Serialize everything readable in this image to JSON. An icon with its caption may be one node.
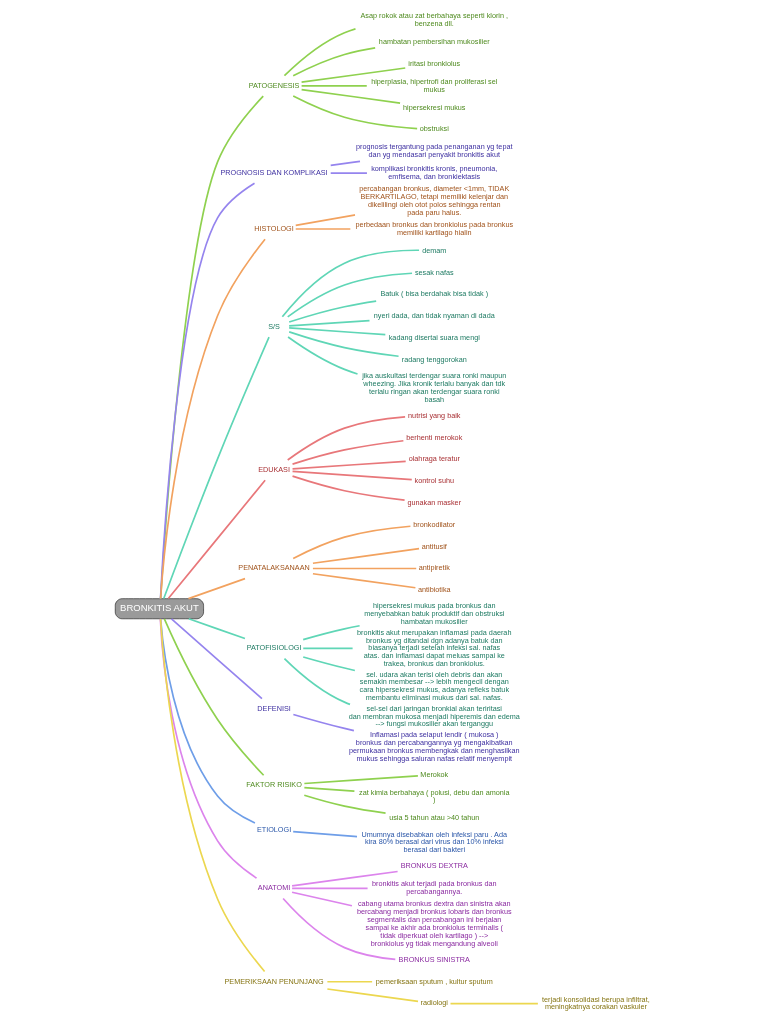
{
  "diagram": {
    "nodes": [
      {
        "text": [
          "BRONKITIS AKUT"
        ]
      },
      {
        "text": [
          "PATOGENESIS"
        ]
      },
      {
        "text": [
          "Asap rokok atau zat berbahaya seperti klorin , benzena dll."
        ]
      },
      {
        "text": [
          "hambatan pembersihan mukosilier"
        ]
      },
      {
        "text": [
          "iritasi bronkiolus"
        ]
      },
      {
        "text": [
          "hiperplasia, hipertrofi dan proliferasi sel mukus"
        ]
      },
      {
        "text": [
          "hipersekresi mukus"
        ]
      },
      {
        "text": [
          "obstruksi"
        ]
      },
      {
        "text": [
          "PROGNOSIS DAN KOMPLIKASI"
        ]
      },
      {
        "text": [
          "prognosis tergantung pada penanganan yg tepat dan yg mendasari penyakit bronkitis akut"
        ]
      },
      {
        "text": [
          "komplikasi bronkitis kronis, pneumonia, emfisema, dan bronkiektasis"
        ]
      },
      {
        "text": [
          "HISTOLOGI"
        ]
      },
      {
        "text": [
          "percabangan bronkus, diameter <1mm, TIDAK BERKARTILAGO, tetapi memiliki kelenjar dan dikelilingi oleh otot polos sehingga rentan pada paru halus."
        ]
      },
      {
        "text": [
          "perbedaan bronkus dan bronkiolus pada bronkus memiliki kartilago hialin"
        ]
      },
      {
        "text": [
          "S/S"
        ]
      },
      {
        "text": [
          "demam"
        ]
      },
      {
        "text": [
          "sesak nafas"
        ]
      },
      {
        "text": [
          "Batuk ( bisa berdahak bisa tidak )"
        ]
      },
      {
        "text": [
          "nyeri dada, dan tidak nyaman di dada"
        ]
      },
      {
        "text": [
          "kadang disertai suara mengi"
        ]
      },
      {
        "text": [
          "radang tenggorokan"
        ]
      },
      {
        "text": [
          "jika auskultasi terdengar suara ronki maupun wheezing. Jika kronik terlalu banyak dan tdk terlalu ringan akan terdengar suara ronki basah"
        ]
      },
      {
        "text": [
          "EDUKASI"
        ]
      },
      {
        "text": [
          "nutrisi yang baik"
        ]
      },
      {
        "text": [
          "berhenti merokok"
        ]
      },
      {
        "text": [
          "olahraga teratur"
        ]
      },
      {
        "text": [
          "kontrol suhu"
        ]
      },
      {
        "text": [
          "gunakan masker"
        ]
      },
      {
        "text": [
          "PENATALAKSANAAN"
        ]
      },
      {
        "text": [
          "bronkodilator"
        ]
      },
      {
        "text": [
          "antitusif"
        ]
      },
      {
        "text": [
          "antipiretik"
        ]
      },
      {
        "text": [
          "antibiotika"
        ]
      },
      {
        "text": [
          "PATOFISIOLOGI"
        ]
      },
      {
        "text": [
          "hipersekresi mukus pada bronkus dan menyebabkan batuk produktif dan obstruksi hambatan mukosilier"
        ]
      },
      {
        "text": [
          "bronkitis akut merupakan inflamasi pada daerah bronkus yg ditandai dgn adanya batuk dan biasanya terjadi setelah infeksi sal. nafas atas. dan inflamasi dapat meluas sampai ke trakea, bronkus dan bronkiolus."
        ]
      },
      {
        "text": [
          "sel. udara akan terisi oleh debris dan akan semakin membesar --> lebih mengecil dengan cara hipersekresi mukus, adanya refleks batuk membantu eliminasi mukus dari sal. nafas."
        ]
      },
      {
        "text": [
          "sel-sel dari jaringan bronkial akan teriritasi dan membran mukosa menjadi hiperemis dan edema --> fungsi mukosilier akan terganggu"
        ]
      },
      {
        "text": [
          "DEFENISI"
        ]
      },
      {
        "text": [
          "Inflamasi pada selaput lendir ( mukosa ) bronkus dan percabangannya yg mengakibatkan permukaan bronkus membengkak dan menghasilkan mukus sehingga saluran nafas relatif menyempit"
        ]
      },
      {
        "text": [
          "FAKTOR RISIKO"
        ]
      },
      {
        "text": [
          "Merokok"
        ]
      },
      {
        "text": [
          "zat kimia berbahaya ( polusi, debu dan amonia )"
        ]
      },
      {
        "text": [
          "usia 5 tahun atau >40 tahun"
        ]
      },
      {
        "text": [
          "ETIOLOGI"
        ]
      },
      {
        "text": [
          "Umumnya disebabkan oleh infeksi paru . Ada kira 80% berasal dari virus dan 10% infeksi berasal dari bakteri"
        ]
      },
      {
        "text": [
          "ANATOMI"
        ]
      },
      {
        "text": [
          "BRONKUS DEXTRA"
        ]
      },
      {
        "text": [
          "bronkitis akut terjadi pada bronkus dan percabangannya."
        ]
      },
      {
        "text": [
          "cabang utama bronkus dextra dan sinistra akan bercabang menjadi bronkus lobaris dan bronkus segmentalis dan percabangan ini berjalan sampai ke akhir ada bronkiolus terminalis ( tidak diperkuat oleh kartilago ) --> bronkiolus yg tidak mengandung alveoli"
        ]
      },
      {
        "text": [
          "BRONKUS SINISTRA"
        ]
      },
      {
        "text": [
          "PEMERIKSAAN PENUNJANG"
        ]
      },
      {
        "text": [
          "pemeriksaan sputum , kultur sputum"
        ]
      },
      {
        "text": [
          "radiologi"
        ]
      },
      {
        "text": [
          "terjadi konsolidasi berupa infiltrat, meningkatnya corakan vaskuler"
        ]
      }
    ],
    "edges": [
      {
        "from": 0,
        "to": 1,
        "arrow": "none",
        "color": "#8fd14f"
      },
      {
        "from": 1,
        "to": 2,
        "arrow": "none",
        "color": "#8fd14f"
      },
      {
        "from": 1,
        "to": 3,
        "arrow": "none",
        "color": "#8fd14f"
      },
      {
        "from": 1,
        "to": 4,
        "arrow": "none",
        "color": "#8fd14f"
      },
      {
        "from": 1,
        "to": 5,
        "arrow": "none",
        "color": "#8fd14f"
      },
      {
        "from": 1,
        "to": 6,
        "arrow": "none",
        "color": "#8fd14f"
      },
      {
        "from": 1,
        "to": 7,
        "arrow": "none",
        "color": "#8fd14f"
      },
      {
        "from": 0,
        "to": 8,
        "arrow": "none",
        "color": "#9584ee"
      },
      {
        "from": 8,
        "to": 9,
        "arrow": "none",
        "color": "#9584ee"
      },
      {
        "from": 8,
        "to": 10,
        "arrow": "none",
        "color": "#9584ee"
      },
      {
        "from": 0,
        "to": 11,
        "arrow": "none",
        "color": "#f2a25f"
      },
      {
        "from": 11,
        "to": 12,
        "arrow": "none",
        "color": "#f2a25f"
      },
      {
        "from": 11,
        "to": 13,
        "arrow": "none",
        "color": "#f2a25f"
      },
      {
        "from": 0,
        "to": 14,
        "arrow": "none",
        "color": "#5fd6b6"
      },
      {
        "from": 14,
        "to": 15,
        "arrow": "none",
        "color": "#5fd6b6"
      },
      {
        "from": 14,
        "to": 16,
        "arrow": "none",
        "color": "#5fd6b6"
      },
      {
        "from": 14,
        "to": 17,
        "arrow": "none",
        "color": "#5fd6b6"
      },
      {
        "from": 14,
        "to": 18,
        "arrow": "none",
        "color": "#5fd6b6"
      },
      {
        "from": 14,
        "to": 19,
        "arrow": "none",
        "color": "#5fd6b6"
      },
      {
        "from": 14,
        "to": 20,
        "arrow": "none",
        "color": "#5fd6b6"
      },
      {
        "from": 14,
        "to": 21,
        "arrow": "none",
        "color": "#5fd6b6"
      },
      {
        "from": 0,
        "to": 22,
        "arrow": "none",
        "color": "#e8777a"
      },
      {
        "from": 22,
        "to": 23,
        "arrow": "none",
        "color": "#e8777a"
      },
      {
        "from": 22,
        "to": 24,
        "arrow": "none",
        "color": "#e8777a"
      },
      {
        "from": 22,
        "to": 25,
        "arrow": "none",
        "color": "#e8777a"
      },
      {
        "from": 22,
        "to": 26,
        "arrow": "none",
        "color": "#e8777a"
      },
      {
        "from": 22,
        "to": 27,
        "arrow": "none",
        "color": "#e8777a"
      },
      {
        "from": 0,
        "to": 28,
        "arrow": "none",
        "color": "#f2a25f"
      },
      {
        "from": 28,
        "to": 29,
        "arrow": "none",
        "color": "#f2a25f"
      },
      {
        "from": 28,
        "to": 30,
        "arrow": "none",
        "color": "#f2a25f"
      },
      {
        "from": 28,
        "to": 31,
        "arrow": "none",
        "color": "#f2a25f"
      },
      {
        "from": 28,
        "to": 32,
        "arrow": "none",
        "color": "#f2a25f"
      },
      {
        "from": 0,
        "to": 33,
        "arrow": "none",
        "color": "#5fd6b6"
      },
      {
        "from": 33,
        "to": 34,
        "arrow": "none",
        "color": "#5fd6b6"
      },
      {
        "from": 33,
        "to": 35,
        "arrow": "none",
        "color": "#5fd6b6"
      },
      {
        "from": 33,
        "to": 36,
        "arrow": "none",
        "color": "#5fd6b6"
      },
      {
        "from": 33,
        "to": 37,
        "arrow": "none",
        "color": "#5fd6b6"
      },
      {
        "from": 0,
        "to": 38,
        "arrow": "none",
        "color": "#9584ee"
      },
      {
        "from": 38,
        "to": 39,
        "arrow": "none",
        "color": "#9584ee"
      },
      {
        "from": 0,
        "to": 40,
        "arrow": "none",
        "color": "#8fd14f"
      },
      {
        "from": 40,
        "to": 41,
        "arrow": "none",
        "color": "#8fd14f"
      },
      {
        "from": 40,
        "to": 42,
        "arrow": "none",
        "color": "#8fd14f"
      },
      {
        "from": 40,
        "to": 43,
        "arrow": "none",
        "color": "#8fd14f"
      },
      {
        "from": 0,
        "to": 44,
        "arrow": "none",
        "color": "#6e9ee8"
      },
      {
        "from": 44,
        "to": 45,
        "arrow": "none",
        "color": "#6e9ee8"
      },
      {
        "from": 0,
        "to": 46,
        "arrow": "none",
        "color": "#dc84ec"
      },
      {
        "from": 46,
        "to": 47,
        "arrow": "none",
        "color": "#dc84ec"
      },
      {
        "from": 46,
        "to": 48,
        "arrow": "none",
        "color": "#dc84ec"
      },
      {
        "from": 46,
        "to": 49,
        "arrow": "none",
        "color": "#dc84ec"
      },
      {
        "from": 46,
        "to": 50,
        "arrow": "none",
        "color": "#dc84ec"
      },
      {
        "from": 0,
        "to": 51,
        "arrow": "none",
        "color": "#ecd74f"
      },
      {
        "from": 51,
        "to": 52,
        "arrow": "none",
        "color": "#ecd74f"
      },
      {
        "from": 51,
        "to": 53,
        "arrow": "none",
        "color": "#ecd74f"
      },
      {
        "from": 53,
        "to": 54,
        "arrow": "none",
        "color": "#ecd74f"
      }
    ]
  }
}
